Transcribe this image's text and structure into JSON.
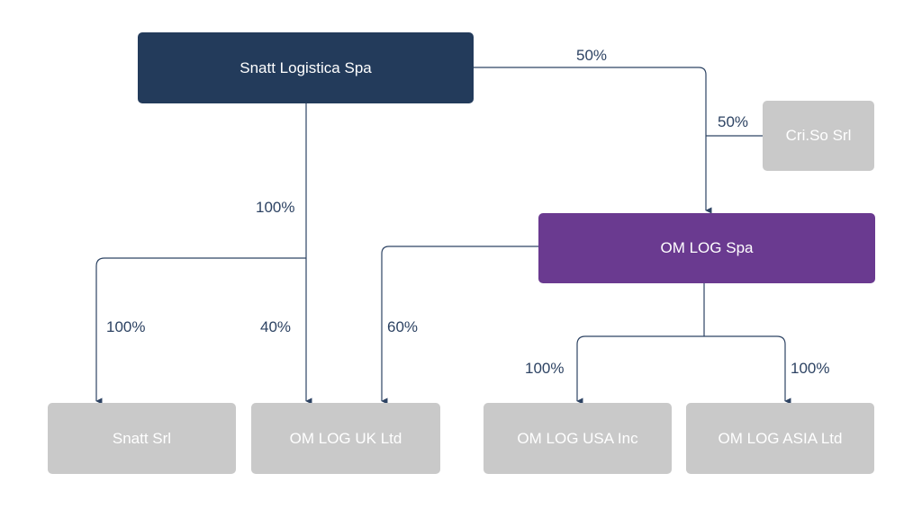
{
  "diagram": {
    "nodes": {
      "snatt_logistica": "Snatt Logistica Spa",
      "criso": "Cri.So Srl",
      "omlog": "OM LOG Spa",
      "snatt_srl": "Snatt Srl",
      "omlog_uk": "OM LOG UK Ltd",
      "omlog_usa": "OM LOG USA Inc",
      "omlog_asia": "OM LOG ASIA Ltd"
    },
    "percentages": {
      "snatt_to_omlog": "50%",
      "criso_to_omlog": "50%",
      "snatt_trunk": "100%",
      "snatt_to_snatt_srl": "100%",
      "snatt_to_uk": "40%",
      "omlog_to_uk": "60%",
      "omlog_to_usa": "100%",
      "omlog_to_asia": "100%"
    },
    "colors": {
      "parent_box": "#233b5b",
      "primary_box": "#6a3a90",
      "sub_box": "#c9c9c9",
      "connector": "#2d4363"
    }
  }
}
